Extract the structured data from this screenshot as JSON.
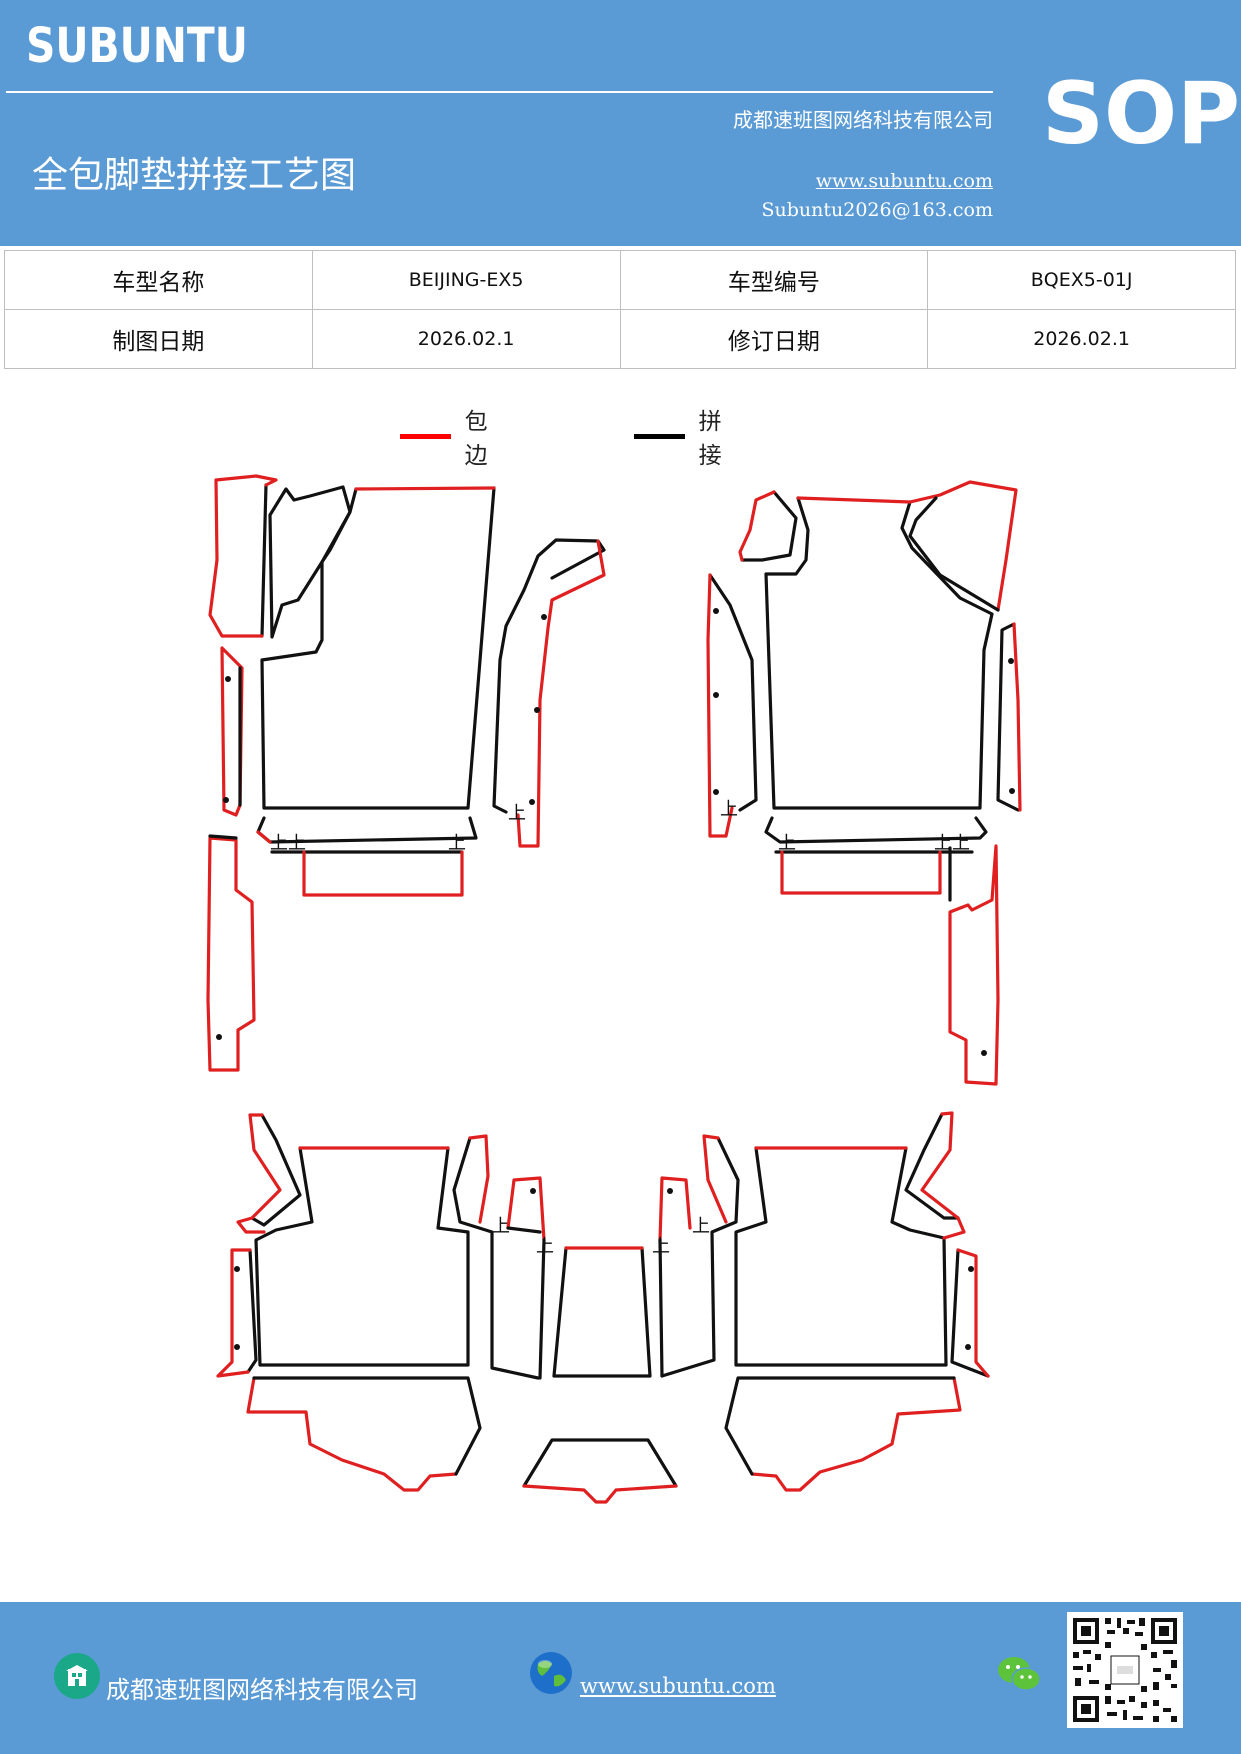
{
  "header": {
    "brand": "SUBUNTU",
    "company": "成都速班图网络科技有限公司",
    "title": "全包脚垫拼接工艺图",
    "website": "www.subuntu.com",
    "email": "Subuntu2026@163.com",
    "badge": "SOP"
  },
  "info_table": {
    "rows": [
      [
        {
          "label": "车型名称",
          "value": "BEIJING-EX5"
        },
        {
          "label": "车型编号",
          "value": "BQEX5-01J"
        }
      ],
      [
        {
          "label": "制图日期",
          "value": "2026.02.1"
        },
        {
          "label": "修订日期",
          "value": "2026.02.1"
        }
      ]
    ]
  },
  "legend": {
    "items": [
      {
        "label": "包边",
        "color": "#ff0000"
      },
      {
        "label": "拼接",
        "color": "#000000"
      }
    ]
  },
  "diagram": {
    "edge_color": "#e02020",
    "seam_color": "#111111"
  },
  "footer": {
    "company": "成都速班图网络科技有限公司",
    "website": "www.subuntu.com",
    "icons": [
      "building-icon",
      "globe-icon",
      "wechat-icon",
      "qr-code"
    ]
  }
}
